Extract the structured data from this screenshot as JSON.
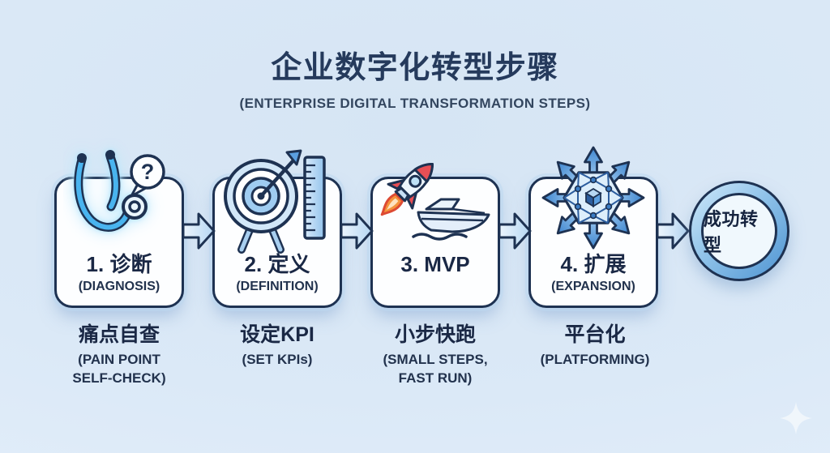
{
  "page": {
    "title": "企业数字化转型步骤",
    "subtitle": "(ENTERPRISE DIGITAL TRANSFORMATION STEPS)"
  },
  "steps": [
    {
      "title": "1. 诊断",
      "subtitle": "(DIAGNOSIS)",
      "caption_cn": "痛点自查",
      "caption_en": "(PAIN POINT\nSELF-CHECK)",
      "icon": "stethoscope-question"
    },
    {
      "title": "2. 定义",
      "subtitle": "(DEFINITION)",
      "caption_cn": "设定KPI",
      "caption_en": "(SET KPIs)",
      "icon": "target-ruler"
    },
    {
      "title": "3. MVP",
      "subtitle": "",
      "caption_cn": "小步快跑",
      "caption_en": "(SMALL STEPS,\nFAST RUN)",
      "icon": "rocket-boat"
    },
    {
      "title": "4. 扩展",
      "subtitle": "(EXPANSION)",
      "caption_cn": "平台化",
      "caption_en": "(PLATFORMING)",
      "icon": "network-expansion"
    }
  ],
  "result": {
    "label": "成功转型"
  },
  "icons": {
    "question_mark": "?"
  },
  "colors": {
    "background": "#dbe9f7",
    "navy_outline": "#1e3252",
    "title_text": "#253a5c",
    "card_fill": "#fdfeff",
    "arrow_fill_light": "#edf5fd",
    "arrow_fill_dark": "#b5d6f2",
    "accent_blue": "#3f86cf",
    "stethoscope_blue": "#49b4ef",
    "glow_blue": "#aee2fb",
    "rocket_red": "#e84f55",
    "flame_orange": "#f4933b",
    "ring_gradient_start": "#cfe9fa",
    "ring_gradient_end": "#4e94d2"
  }
}
